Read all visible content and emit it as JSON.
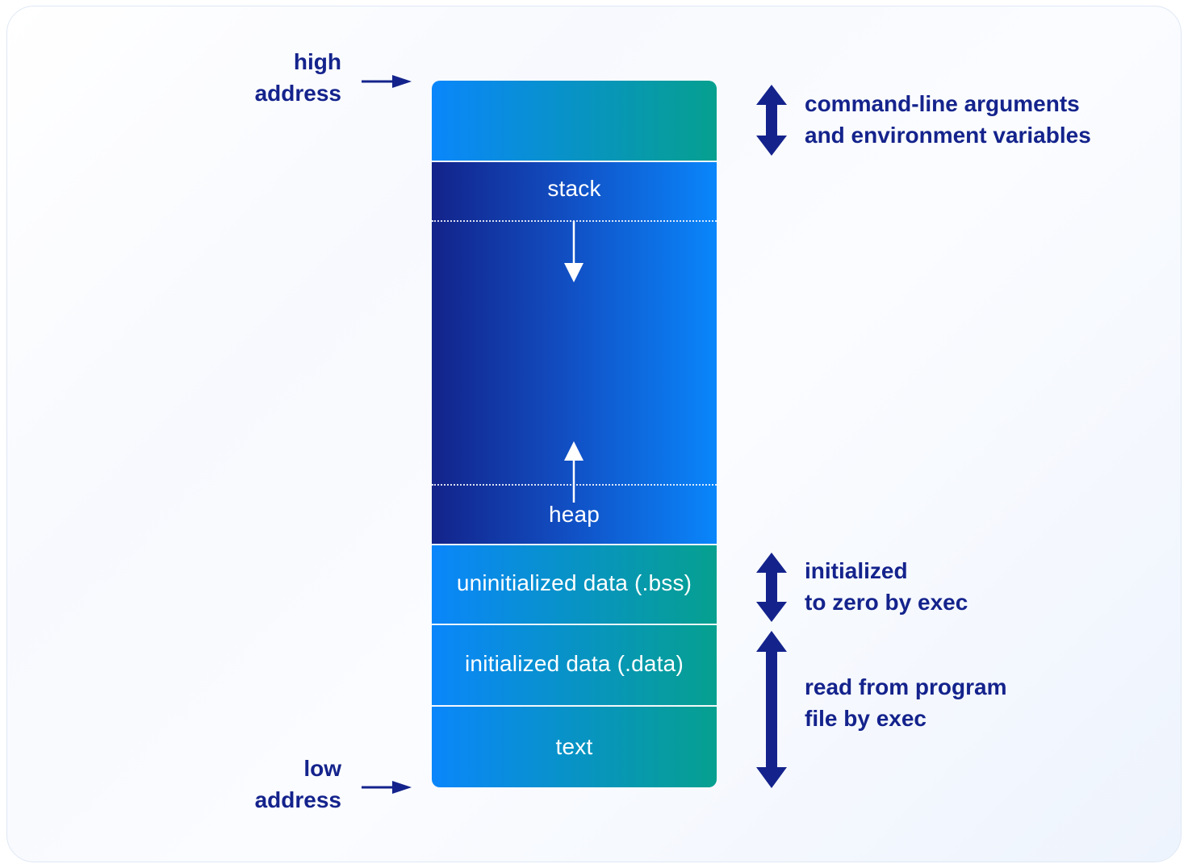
{
  "diagram": {
    "title": "Process memory layout",
    "colors": {
      "label_text": "#14238c",
      "segment_light_start": "#0a86fb",
      "segment_light_end": "#06a08f",
      "segment_dark_start": "#13238a",
      "segment_dark_end": "#0a86fb",
      "segment_text": "#ffffff"
    },
    "address_labels": {
      "high": [
        "high",
        "address"
      ],
      "low": [
        "low",
        "address"
      ]
    },
    "segments": [
      {
        "id": "args-env",
        "label": ""
      },
      {
        "id": "stack",
        "label": "stack"
      },
      {
        "id": "free",
        "label": ""
      },
      {
        "id": "heap",
        "label": "heap"
      },
      {
        "id": "bss",
        "label": "uninitialized data (.bss)"
      },
      {
        "id": "data",
        "label": "initialized data (.data)"
      },
      {
        "id": "text",
        "label": "text"
      }
    ],
    "growth_arrows": [
      {
        "id": "stack-growth",
        "direction": "down"
      },
      {
        "id": "heap-growth",
        "direction": "up"
      }
    ],
    "annotations": [
      {
        "id": "args-env",
        "lines": [
          "command-line arguments",
          "and environment variables"
        ]
      },
      {
        "id": "bss",
        "lines": [
          "initialized",
          "to zero by exec"
        ]
      },
      {
        "id": "data-text",
        "lines": [
          "read from program",
          "file by exec"
        ]
      }
    ]
  }
}
